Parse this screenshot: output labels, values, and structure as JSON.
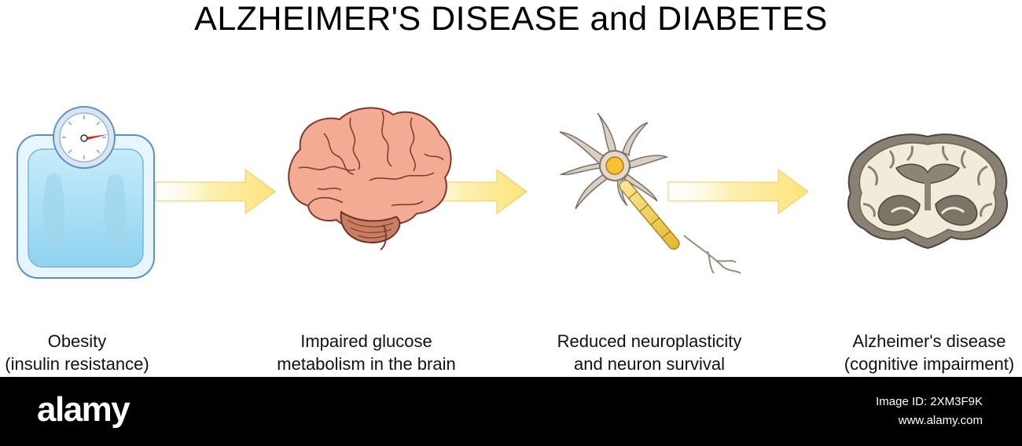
{
  "title": "ALZHEIMER'S DISEASE and DIABETES",
  "steps": [
    {
      "line1": "Obesity",
      "line2": "(insulin resistance)",
      "icon": "bathroom-scale-icon"
    },
    {
      "line1": "Impaired glucose",
      "line2": "metabolism in the brain",
      "icon": "brain-icon"
    },
    {
      "line1": "Reduced neuroplasticity",
      "line2": "and neuron survival",
      "icon": "neuron-icon"
    },
    {
      "line1": "Alzheimer's disease",
      "line2": "(cognitive impairment)",
      "icon": "brain-cross-section-icon"
    }
  ],
  "footer": {
    "brand": "alamy",
    "image_id": "Image ID: 2XM3F9K",
    "site": "www.alamy.com"
  },
  "colors": {
    "arrow": "#fde98a",
    "scale_body": "#a8dff4",
    "brain": "#f2a98f",
    "neuron": "#d8ccc0",
    "axon": "#f6d24a",
    "footer_bg": "#000000"
  }
}
